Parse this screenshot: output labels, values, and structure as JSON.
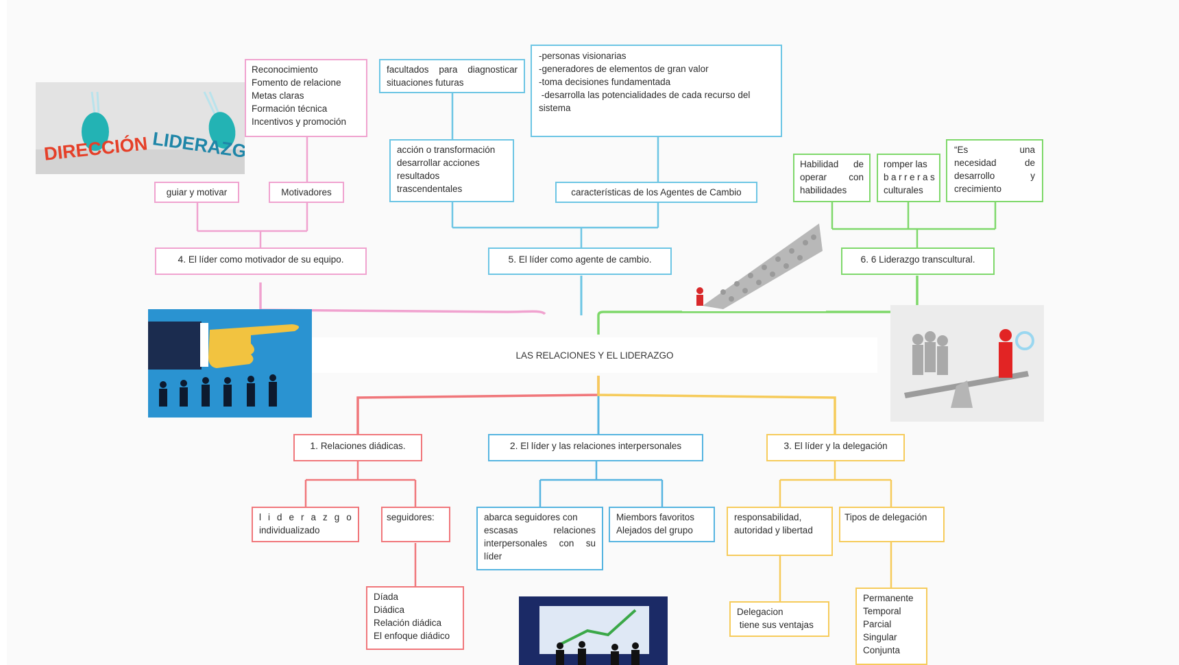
{
  "center": "LAS RELACIONES Y EL LIDERAZGO",
  "images": {
    "logo_left": "DIRECCIÓN",
    "logo_right": "LIDERAZGO"
  },
  "branches": {
    "b4": {
      "title_num": "4.",
      "title": "El líder como motivador de su equipo.",
      "sub_guiar": "guiar y motivar",
      "sub_motivadores": "Motivadores",
      "motivadores_list": [
        "Reconocimiento",
        "Fomento de relacione",
        "Metas claras",
        "Formación técnica",
        "Incentivos y promoción"
      ]
    },
    "b5": {
      "title_num": "5.",
      "title": "El líder como agente de cambio.",
      "accion": [
        "acción o transformación",
        "desarrollar acciones",
        "resultados",
        "trascendentales"
      ],
      "facultados": [
        "facultados para diagnosticar",
        "situaciones futuras"
      ],
      "caracteristicas": "características de los Agentes de Cambio",
      "personas": [
        "-personas visionarias",
        "-generadores de elementos de gran valor",
        "-toma decisiones fundamentada",
        " -desarrolla las potencialidades de cada recurso del",
        "sistema"
      ]
    },
    "b6": {
      "title_num": "6.",
      "title": "6 Liderazgo transcultural.",
      "habilidad": [
        "Habilidad de",
        "operar con",
        "habilidades"
      ],
      "romper": [
        "romper las",
        "barreras",
        "culturales"
      ],
      "es_una": [
        "“Es una",
        "necesidad de",
        "desarrollo y",
        "crecimiento"
      ]
    },
    "b1": {
      "title_num": "1.",
      "title": "Relaciones diádicas.",
      "liderazgo": [
        "liderazgo",
        "individualizado"
      ],
      "seguidores": "seguidores:",
      "diada": [
        "Díada",
        "Diádica",
        "Relación diádica",
        "El enfoque diádico"
      ]
    },
    "b2": {
      "title_num": "2.",
      "title": "El líder y las relaciones interpersonales",
      "abarca": [
        "abarca seguidores con",
        "escasas relaciones",
        "interpersonales con su",
        "líder"
      ],
      "miembros": [
        "Miembors favoritos",
        "Alejados del grupo"
      ]
    },
    "b3": {
      "title_num": "3.",
      "title": "El líder y la delegación",
      "responsabilidad": [
        "responsabilidad,",
        "autoridad y libertad"
      ],
      "tipos": "Tipos de delegación",
      "delegacion": [
        "Delegacion",
        " tiene sus ventajas"
      ],
      "tipos_list": [
        "Permanente",
        "Temporal",
        "Parcial",
        "Singular",
        "Conjunta"
      ]
    }
  },
  "colors": {
    "pink": "#f0a2cf",
    "blue": "#6cc5e4",
    "green": "#7ed86a",
    "red": "#f0767a",
    "blue2": "#55b4e0",
    "yellow": "#f6cb5a"
  },
  "icons": [
    "pointing-hand-icon",
    "businesspeople-icon",
    "crowd-arrow-icon",
    "balance-seesaw-icon",
    "presentation-team-icon"
  ]
}
